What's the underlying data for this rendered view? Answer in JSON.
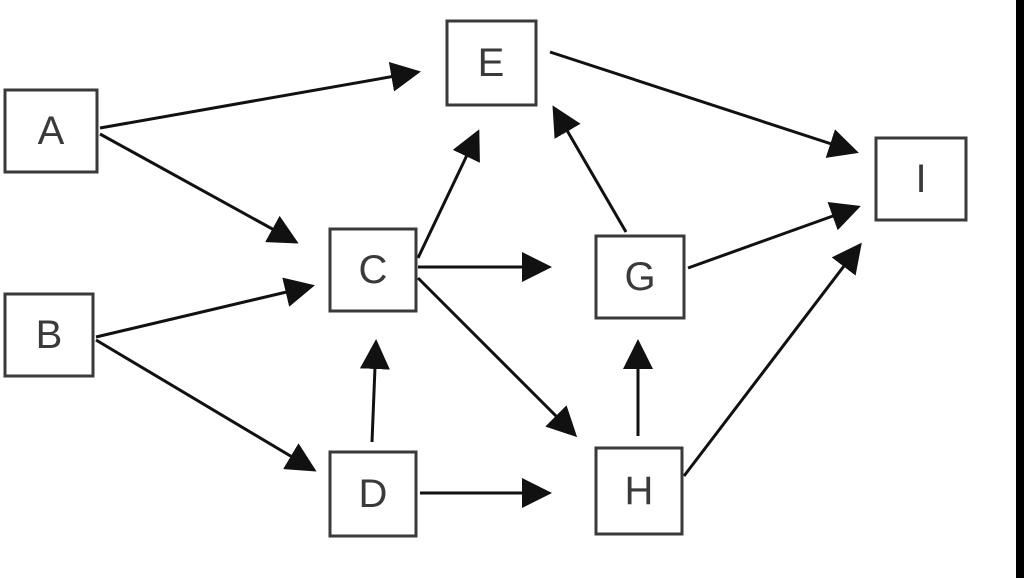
{
  "diagram": {
    "type": "directed-graph",
    "nodes": [
      {
        "id": "A",
        "label": "A"
      },
      {
        "id": "B",
        "label": "B"
      },
      {
        "id": "C",
        "label": "C"
      },
      {
        "id": "D",
        "label": "D"
      },
      {
        "id": "E",
        "label": "E"
      },
      {
        "id": "G",
        "label": "G"
      },
      {
        "id": "H",
        "label": "H"
      },
      {
        "id": "I",
        "label": "I"
      }
    ],
    "edges": [
      {
        "from": "A",
        "to": "E"
      },
      {
        "from": "A",
        "to": "C"
      },
      {
        "from": "B",
        "to": "C"
      },
      {
        "from": "B",
        "to": "D"
      },
      {
        "from": "D",
        "to": "C"
      },
      {
        "from": "C",
        "to": "E"
      },
      {
        "from": "C",
        "to": "G"
      },
      {
        "from": "C",
        "to": "H"
      },
      {
        "from": "D",
        "to": "H"
      },
      {
        "from": "H",
        "to": "G"
      },
      {
        "from": "G",
        "to": "E"
      },
      {
        "from": "E",
        "to": "I"
      },
      {
        "from": "G",
        "to": "I"
      },
      {
        "from": "H",
        "to": "I"
      }
    ],
    "colors": {
      "box_stroke": "#3a3a3a",
      "arrow": "#111111",
      "background": "#ffffff"
    }
  }
}
